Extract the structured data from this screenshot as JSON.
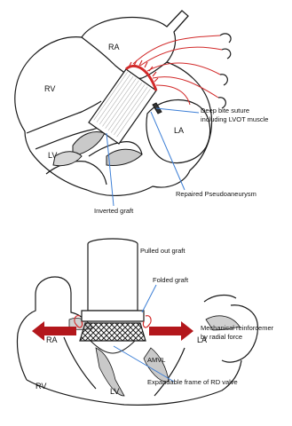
{
  "top_panel": {
    "labels": {
      "ra": "RA",
      "rv": "RV",
      "lv": "LV",
      "la": "LA",
      "deep_bite_line1": "Deep bite suture",
      "deep_bite_line2": "including LVOT muscle",
      "repaired": "Repaired Pseudoaneurysm",
      "inverted": "Inverted graft"
    }
  },
  "bottom_panel": {
    "labels": {
      "pulled_out": "Pulled out graft",
      "folded": "Folded graft",
      "ra": "RA",
      "la": "LA",
      "rv": "RV",
      "lv": "LV",
      "amvl": "AMVL",
      "mech_line1": "Mechanical reinforcemer",
      "mech_line2": "by radial force",
      "expandable": "Expandable frame of RD valve"
    }
  },
  "colors": {
    "ink": "#1a1a1a",
    "suture_red": "#d22a2a",
    "pointer_blue": "#3d7fd6",
    "arrow_red": "#b3171c",
    "shade": "#c9c9c9"
  }
}
